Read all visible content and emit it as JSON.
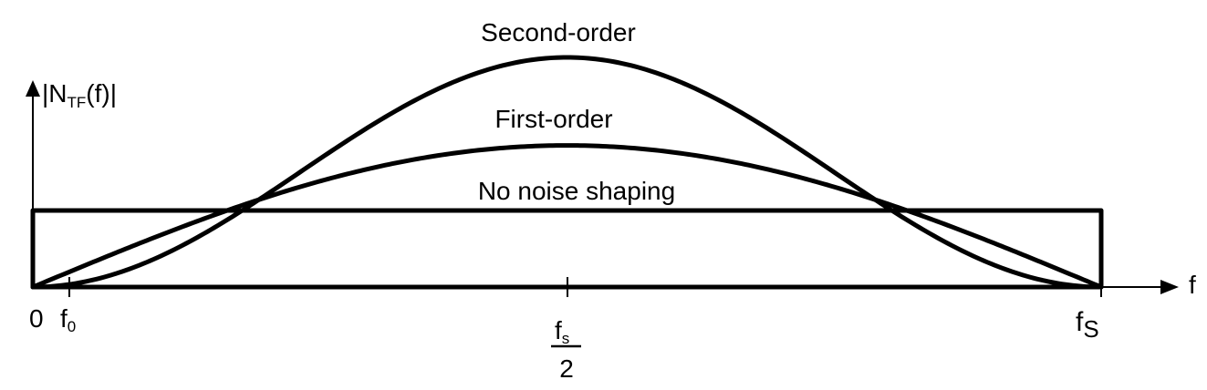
{
  "chart_data": {
    "type": "line",
    "ylabel": {
      "base": "|N",
      "sub": "TF",
      "tail": "(f)|"
    },
    "xlabel": "f",
    "x_ticks": {
      "zero": "0",
      "f0": {
        "base": "f",
        "sub": "0"
      },
      "half": {
        "num_base": "f",
        "num_sub": "s",
        "den": "2"
      },
      "fs": {
        "base": "f",
        "sub": "S"
      }
    },
    "series": [
      {
        "name": "Second-order",
        "shape": "sin^2",
        "peak": 3.0
      },
      {
        "name": "First-order",
        "shape": "sin",
        "peak": 1.85
      },
      {
        "name": "No noise shaping",
        "shape": "flat",
        "level": 1.0
      }
    ],
    "x_range": [
      "0",
      "fs"
    ]
  }
}
